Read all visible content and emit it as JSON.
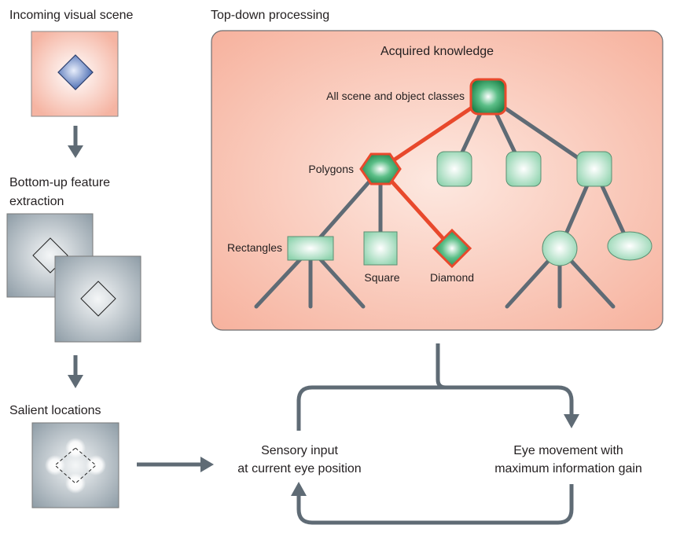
{
  "labels": {
    "incoming_scene": "Incoming visual scene",
    "bottom_up_line1": "Bottom-up feature",
    "bottom_up_line2": "extraction",
    "salient_locations": "Salient locations",
    "top_down": "Top-down processing",
    "acquired_knowledge": "Acquired knowledge",
    "all_classes": "All scene and object classes",
    "polygons": "Polygons",
    "rectangles": "Rectangles",
    "square": "Square",
    "diamond": "Diamond",
    "sensory_line1": "Sensory input",
    "sensory_line2": "at current eye position",
    "eye_line1": "Eye movement with",
    "eye_line2": "maximum information gain"
  },
  "colors": {
    "arrow": "#5f6b75",
    "highlight_path": "#e8492c",
    "panel_fill": "#f7b3a0",
    "panel_stroke": "#6d6e71",
    "node_green": "#a8dfc0",
    "node_dark_green": "#1f8a4c",
    "scene_bg": "#f7c0b0",
    "diamond_blue": "#4a6fb5",
    "feature_gray": "#9aa7b0"
  }
}
